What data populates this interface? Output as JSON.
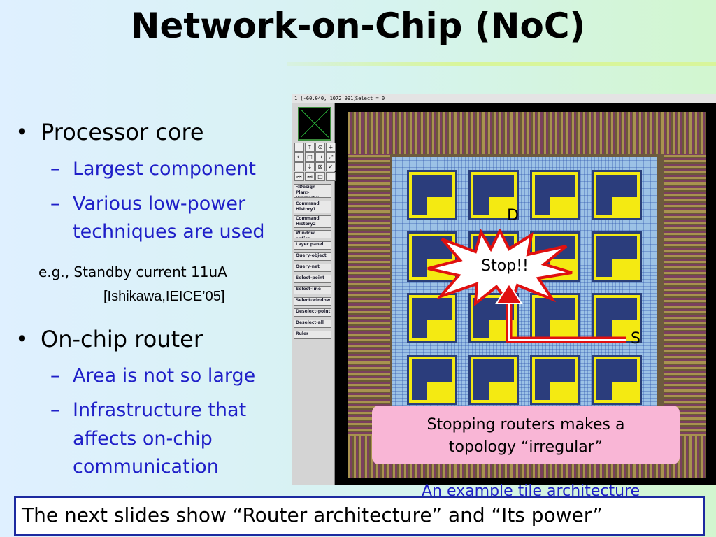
{
  "title": "Network-on-Chip (NoC)",
  "bullets": [
    {
      "text": "Processor core",
      "subs": [
        "Largest component",
        "Various low-power",
        "techniques are used"
      ]
    },
    {
      "text": "On-chip router",
      "subs": [
        "Area is not so large",
        "Infrastructure that",
        "affects on-chip",
        "communication"
      ]
    }
  ],
  "note": "e.g., Standby current 11uA",
  "citation": "[Ishikawa,IEICE’05]",
  "screenshot": {
    "coords": "1  (-60.040, 1072.991)",
    "select": "Select = 0",
    "icons": [
      "↑",
      "⊙",
      "+",
      "←",
      "□",
      "→",
      "⤢",
      "↓",
      "⊠",
      "✓",
      "⏮",
      "⏭",
      "□",
      "…"
    ],
    "buttons": [
      "<Design Plan> Hierarchy Browser",
      "Command History1",
      "Command History2",
      "Window option",
      "Layer panel",
      "Query-object",
      "Query-net",
      "Select-point",
      "Select-line",
      "Select-window",
      "Deselect-point",
      "Deselect-all",
      "Ruler"
    ]
  },
  "labels": {
    "d": "D",
    "s": "S",
    "stop": "Stop!!"
  },
  "callout": [
    "Stopping routers makes a",
    "topology “irregular”"
  ],
  "caption": "An example tile architecture",
  "footer": "The next slides show “Router architecture” and “Its power”",
  "colors": {
    "sub_bullet": "#1f1fc8",
    "tile_yellow": "#f4ea12",
    "tile_blue": "#2b3d7c",
    "callout_pink": "#f9b6d6",
    "arrow_red": "#e01010"
  }
}
